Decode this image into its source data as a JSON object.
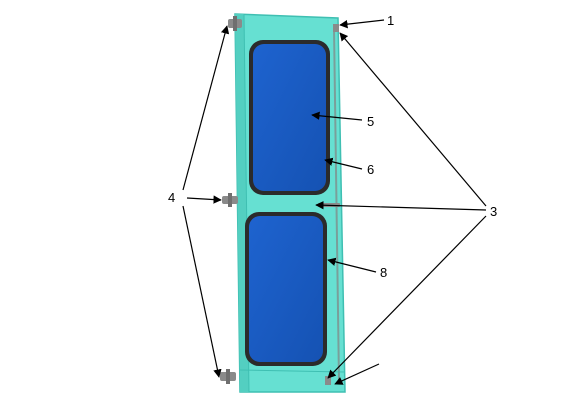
{
  "diagram": {
    "colors": {
      "door_body": "#66e0d2",
      "door_edge": "#3fbfb2",
      "glass": "#1b5ec7",
      "seal": "#2b2b2b",
      "hardware": "#8a8a8a",
      "leader": "#000000"
    },
    "callouts": {
      "c1": "1",
      "c3": "3",
      "c4": "4",
      "c5": "5",
      "c6": "6",
      "c8": "8"
    }
  }
}
